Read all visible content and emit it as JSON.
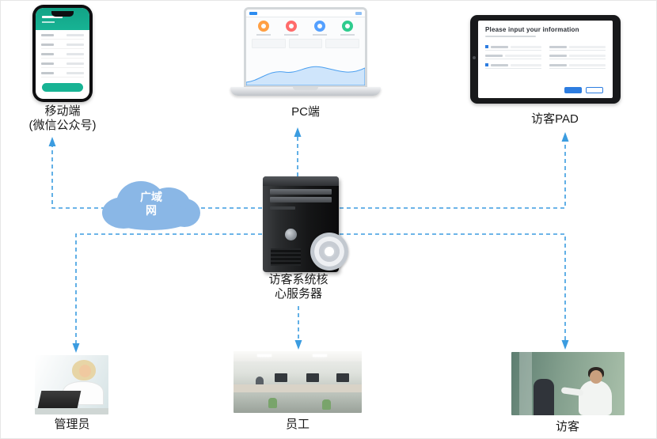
{
  "colors": {
    "connector_blue": "#3b9ce0",
    "cloud_blue": "#8ab7e6",
    "phone_green": "#17b394",
    "dashboard_blue": "#2d8cf0",
    "pad_blue": "#2d7de0"
  },
  "nodes": {
    "mobile": {
      "label": "移动端",
      "sublabel": "(微信公众号)"
    },
    "pc": {
      "label": "PC端"
    },
    "pad": {
      "label": "访客PAD",
      "screen_title": "Please input your information"
    },
    "wan_cloud": {
      "label_line1": "广域",
      "label_line2": "网"
    },
    "server": {
      "label_line1": "访客系统核",
      "label_line2": "心服务器"
    },
    "admin": {
      "label": "管理员"
    },
    "staff": {
      "label": "员工"
    },
    "visitor": {
      "label": "访客"
    }
  }
}
